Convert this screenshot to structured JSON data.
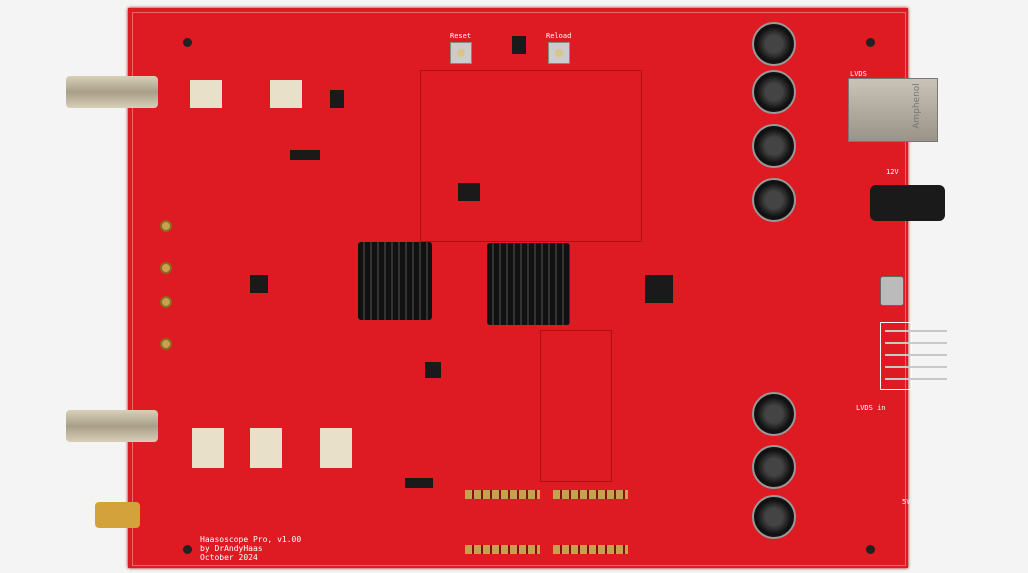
{
  "board": {
    "title": "Haasoscope Pro, v1.00",
    "author": "by DrAndyHaas",
    "date": "October 2024",
    "buttons": {
      "reset": "Reset",
      "reload": "Reload"
    },
    "connector_brand": "Amphenol",
    "labels": {
      "lvds_out": "LVDS",
      "lvds_in": "LVDS in",
      "v12": "12V",
      "v5": "5V"
    },
    "colors": {
      "pcb": "#de1a22",
      "heatsink": "#111111",
      "silkscreen": "#ffffff"
    }
  }
}
